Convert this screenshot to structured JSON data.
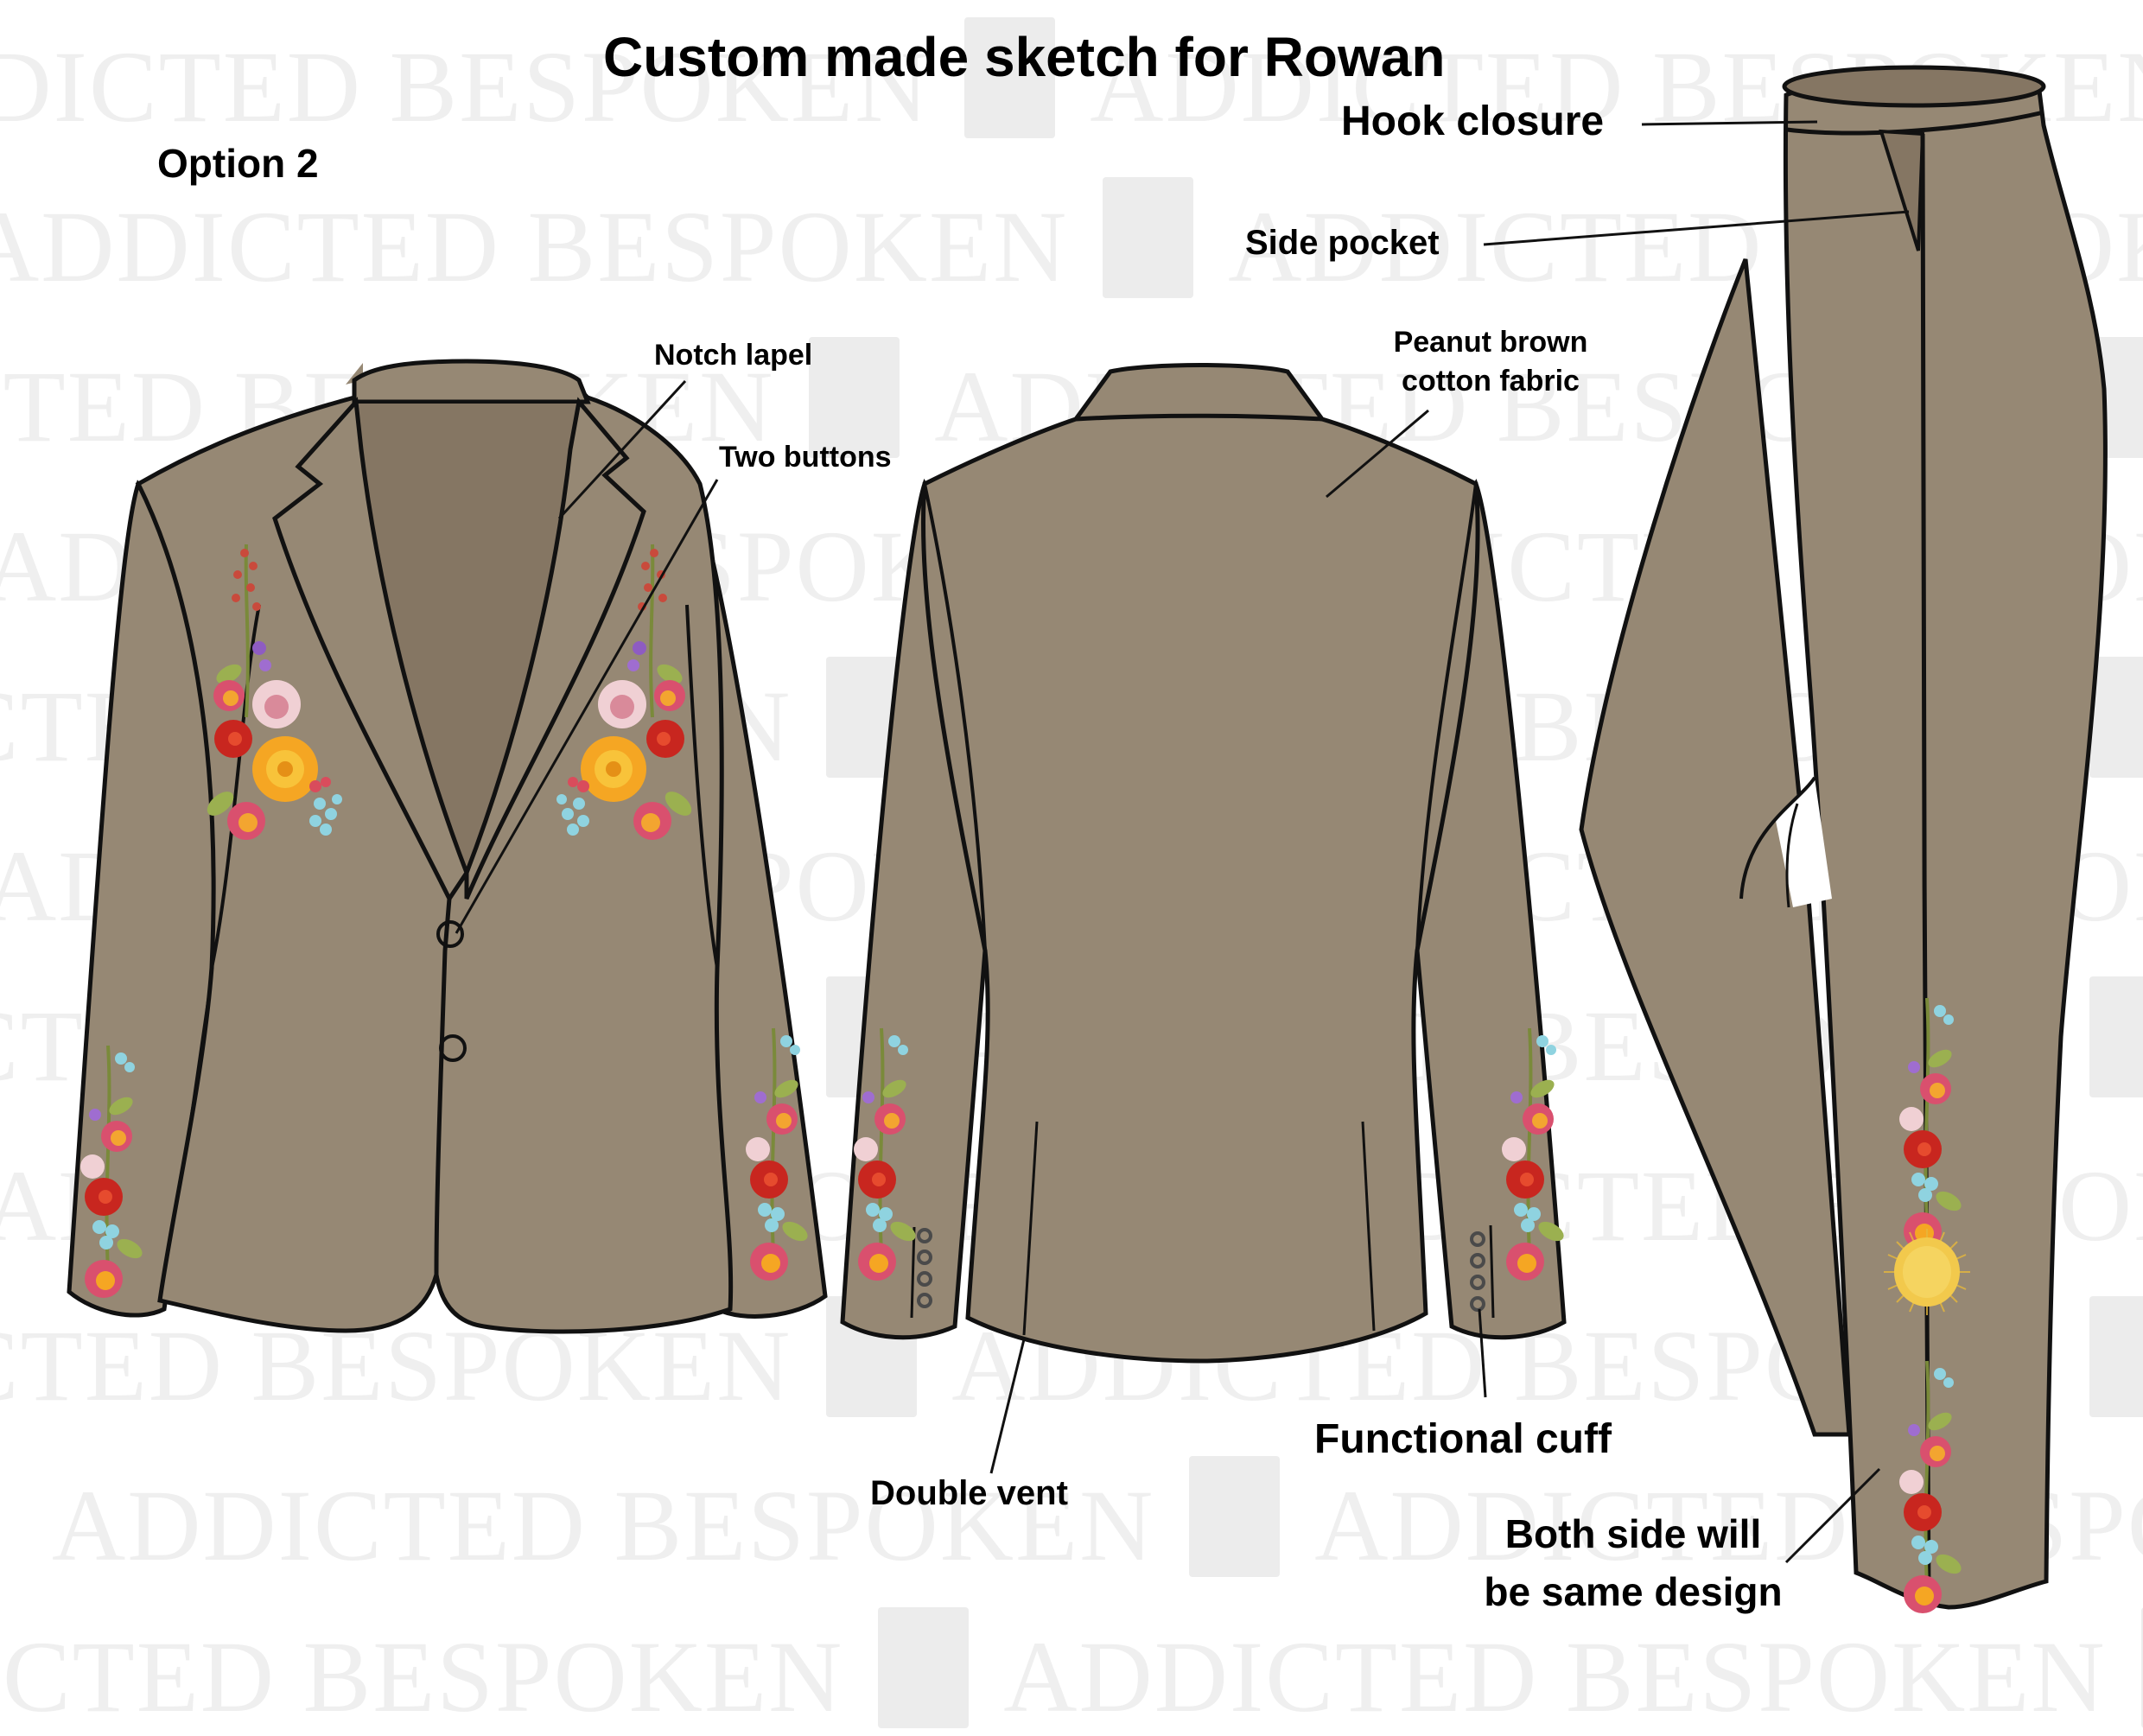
{
  "title": "Custom made sketch for Rowan",
  "option_label": "Option 2",
  "watermark": {
    "brand_text": "ADDICTED BESPOKEN",
    "logo_icon": "horse-head-logo-icon"
  },
  "colors": {
    "fabric": "#968874",
    "fabric_shadow": "#857663",
    "outline": "#111111",
    "trim": "#a08c5f",
    "button": "#4a4a4a",
    "sun_gold": "#f2c94c"
  },
  "garments": {
    "jacket_front": {
      "view": "front",
      "buttons": 2,
      "embroidery": "floral chest and sleeve"
    },
    "jacket_back": {
      "view": "back",
      "cuff_buttons_per_sleeve": 4,
      "vents": 2
    },
    "trousers": {
      "view": "side",
      "embroidery": "floral side stripe with gold sun"
    }
  },
  "annotations": {
    "hook_closure": "Hook closure",
    "side_pocket": "Side pocket",
    "notch_lapel": "Notch lapel",
    "two_buttons": "Two buttons",
    "fabric_line1": "Peanut brown",
    "fabric_line2": "cotton fabric",
    "double_vent": "Double vent",
    "functional_cuff": "Functional cuff",
    "both_side_line1": "Both side will",
    "both_side_line2": "be same design"
  }
}
